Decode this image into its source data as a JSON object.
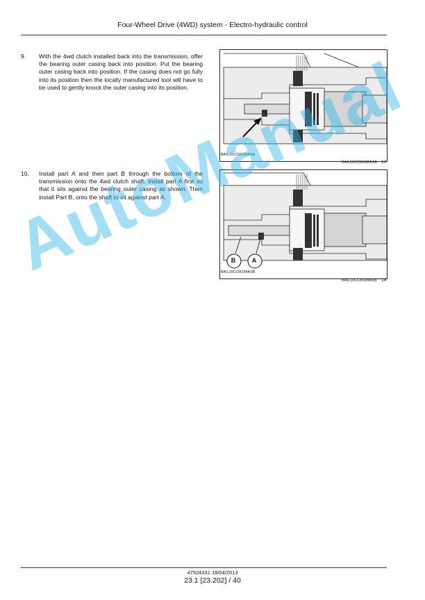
{
  "header": {
    "title": "Four-Wheel Drive (4WD) system - Electro-hydraulic control"
  },
  "steps": [
    {
      "number": "9.",
      "text": "With the 4wd clutch installed back into the transmission, offer the bearing outer casing back into position. Put the bearing outer casing back into position. If the casing does not go fully into its position then the locally manufactured tool will have to be used to gently knock the outer casing into its position.",
      "figure": {
        "caption": "BAIL10CCM182ASA",
        "ref": "BAIL10CCM182ASA",
        "number": "13"
      }
    },
    {
      "number": "10.",
      "text": "Install part A and then part B through the bottom of the transmission onto the 4wd clutch shaft. Install part A first so that it sits against the bearing outer casing as shown. Then install Part B, onto the shaft to sit against part A.",
      "figure": {
        "caption": "BAIL10CCM184ASB",
        "ref": "BAIL10CCM184ASB",
        "number": "14",
        "callouts": [
          "B",
          "A"
        ]
      }
    }
  ],
  "watermark": "AutoManual",
  "footer": {
    "doc": "47524331 18/04/2013",
    "page": "23.1 [23.202] / 40"
  }
}
